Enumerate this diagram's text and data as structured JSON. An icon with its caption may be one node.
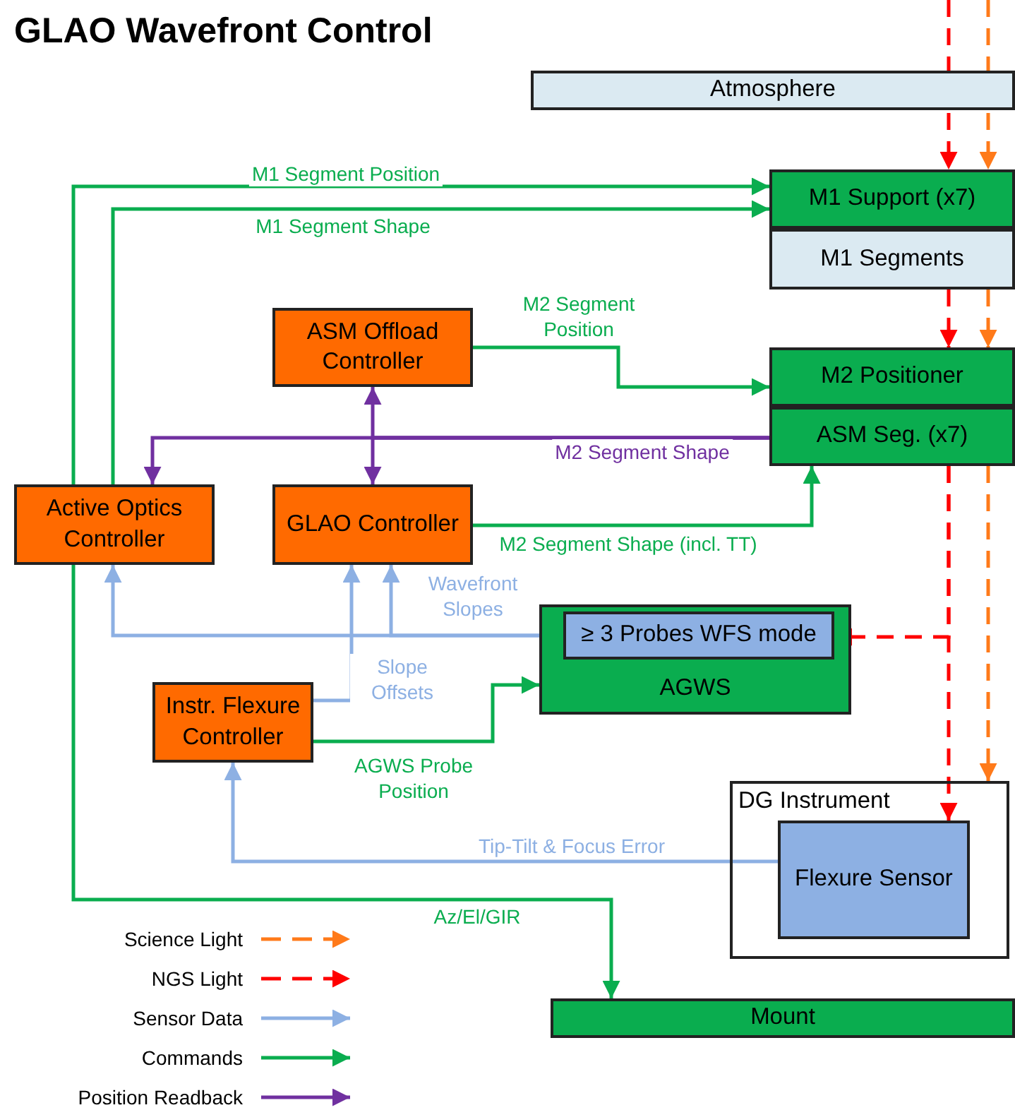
{
  "diagram": {
    "title": "GLAO Wavefront Control",
    "nodes": [
      {
        "text": [
          "Atmosphere"
        ]
      },
      {
        "text": [
          "M1 Support (x7)"
        ]
      },
      {
        "text": [
          "M1 Segments"
        ]
      },
      {
        "text": [
          "ASM Offload Controller"
        ]
      },
      {
        "text": [
          "M2 Positioner"
        ]
      },
      {
        "text": [
          "ASM Seg. (x7)"
        ]
      },
      {
        "text": [
          "Active Optics Controller"
        ]
      },
      {
        "text": [
          "GLAO Controller"
        ]
      },
      {
        "text": [
          "AGWS"
        ]
      },
      {
        "text": [
          "≥ 3 Probes WFS mode"
        ],
        "in": 8
      },
      {
        "text": [
          "Instr. Flexure Controller"
        ]
      },
      {
        "text": [
          "DG Instrument"
        ]
      },
      {
        "text": [
          "Flexure Sensor"
        ],
        "in": 11
      },
      {
        "text": [
          "Mount"
        ]
      }
    ],
    "edges": [
      {
        "from": null,
        "to": 1,
        "arrow": "to",
        "style": "dashed",
        "color": "#ff0000"
      },
      {
        "from": null,
        "to": 1,
        "arrow": "to",
        "style": "dashed",
        "color": "#ff7a1a"
      },
      {
        "from": 2,
        "to": 4,
        "arrow": "to",
        "style": "dashed",
        "color": "#ff0000"
      },
      {
        "from": 2,
        "to": 4,
        "arrow": "to",
        "style": "dashed",
        "color": "#ff7a1a"
      },
      {
        "from": 5,
        "to": 12,
        "arrow": "to",
        "style": "dashed",
        "color": "#ff0000"
      },
      {
        "from": 5,
        "to": 11,
        "arrow": "to",
        "style": "dashed",
        "color": "#ff7a1a"
      },
      {
        "from": 5,
        "to": 9,
        "arrow": "to",
        "style": "dashed",
        "color": "#ff0000"
      },
      {
        "from": 6,
        "to": 1,
        "arrow": "to",
        "label": "M1 Segment Position"
      },
      {
        "from": 6,
        "to": 1,
        "arrow": "to",
        "label": "M1 Segment Shape"
      },
      {
        "from": 3,
        "to": 4,
        "arrow": "to",
        "label": "M2 Segment Position"
      },
      {
        "from": 5,
        "to": 6,
        "arrow": "to",
        "label": "M2 Segment Shape",
        "color": "#7030a0"
      },
      {
        "from": 5,
        "to": 3,
        "arrow": "to",
        "color": "#7030a0"
      },
      {
        "from": 5,
        "to": 7,
        "arrow": "to",
        "color": "#7030a0"
      },
      {
        "from": 7,
        "to": 5,
        "arrow": "to",
        "label": "M2 Segment Shape (incl. TT)"
      },
      {
        "from": 9,
        "to": 6,
        "arrow": "to",
        "label": "Wavefront Slopes",
        "color": "#8db0e3"
      },
      {
        "from": 9,
        "to": 7,
        "arrow": "to",
        "color": "#8db0e3"
      },
      {
        "from": 10,
        "to": 7,
        "arrow": "to",
        "label": "Slope Offsets",
        "color": "#8db0e3"
      },
      {
        "from": 10,
        "to": 8,
        "arrow": "to",
        "label": "AGWS Probe Position"
      },
      {
        "from": 12,
        "to": 10,
        "arrow": "to",
        "label": "Tip-Tilt & Focus Error",
        "color": "#8db0e3"
      },
      {
        "from": 6,
        "to": 13,
        "arrow": "to",
        "label": "Az/El/GIR"
      }
    ],
    "legend": [
      {
        "text": "Science Light"
      },
      {
        "text": "NGS Light"
      },
      {
        "text": "Sensor Data"
      },
      {
        "text": "Commands"
      },
      {
        "text": "Position Readback"
      }
    ]
  }
}
